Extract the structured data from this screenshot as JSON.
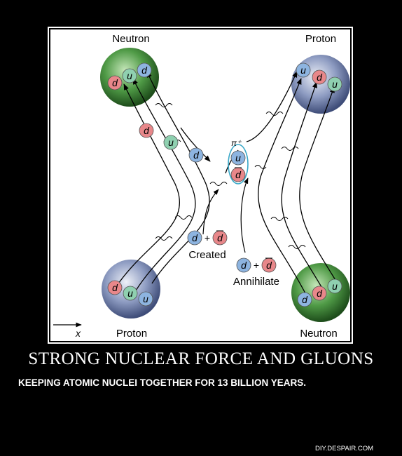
{
  "caption": {
    "title": "STRONG NUCLEAR FORCE AND GLUONS",
    "subtitle": "KEEPING ATOMIC NUCLEI TOGETHER FOR 13 BILLION YEARS.",
    "site": "DIY.DESPAIR.COM"
  },
  "diagram": {
    "labels": {
      "neutron_top": "Neutron",
      "proton_top": "Proton",
      "proton_bottom": "Proton",
      "neutron_bottom": "Neutron",
      "pion": "π⁺",
      "created": "Created",
      "annihilate": "Annihilate",
      "axis": "x",
      "plus": "+"
    },
    "quarks": {
      "u": "u",
      "d": "d",
      "dbar": "d"
    },
    "colors": {
      "proton": "#7f8fb8",
      "neutron": "#3d7a3a",
      "quark_red": "#e8878a",
      "quark_green": "#8fd0b0",
      "quark_blue": "#8db4e0",
      "pion_ring": "#3aa8c8"
    }
  }
}
